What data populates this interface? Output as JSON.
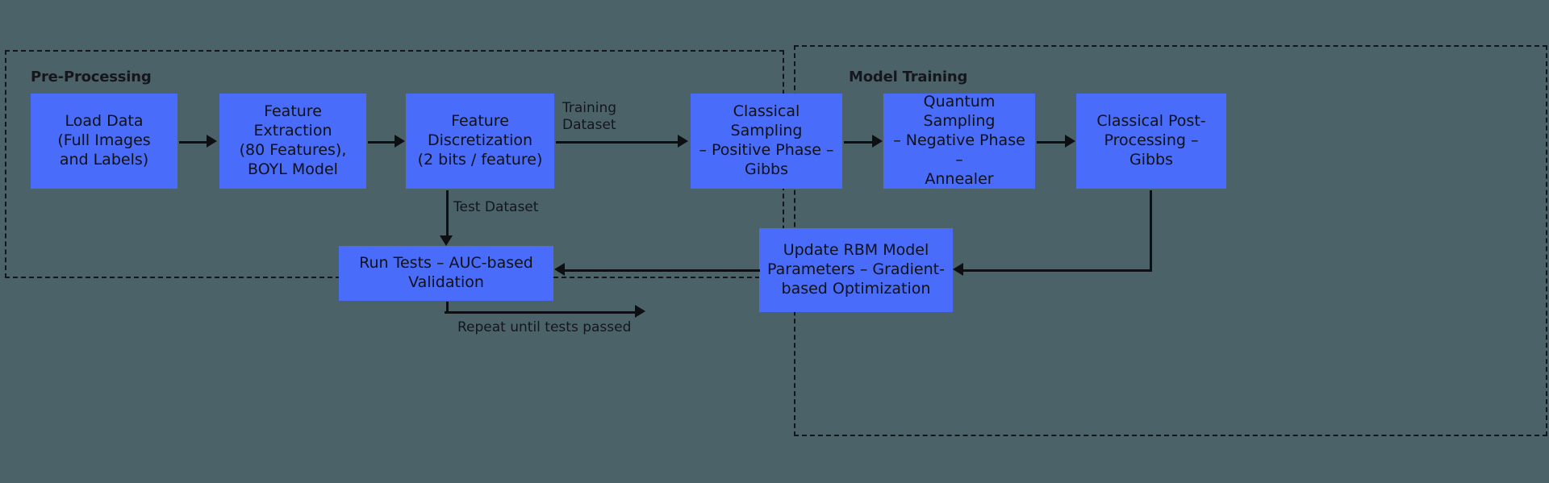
{
  "diagram": {
    "title": "RBM Quantum-Classical Training Pipeline Flowchart",
    "background_color": "#4b6268",
    "node_color": "#4a6cfb",
    "line_color": "#0d0f13",
    "text_color": "#101215"
  },
  "groups": [
    {
      "id": "pre-processing",
      "label": "Pre-Processing"
    },
    {
      "id": "model-training",
      "label": "Model Training"
    }
  ],
  "nodes": [
    {
      "id": "load-data",
      "label": "Load Data\n(Full Images\nand Labels)"
    },
    {
      "id": "feature-extract",
      "label": "Feature\nExtraction\n(80 Features),\nBOYL Model"
    },
    {
      "id": "feature-discret",
      "label": "Feature\nDiscretization\n(2 bits / feature)"
    },
    {
      "id": "classical-samp",
      "label": "Classical Sampling\n– Positive Phase –\nGibbs"
    },
    {
      "id": "quantum-samp",
      "label": "Quantum Sampling\n– Negative Phase –\nAnnealer"
    },
    {
      "id": "classical-post",
      "label": "Classical Post-\nProcessing –\nGibbs"
    },
    {
      "id": "run-tests",
      "label": "Run Tests – AUC-based\nValidation"
    },
    {
      "id": "update-rbm",
      "label": "Update RBM Model\nParameters – Gradient-\nbased Optimization"
    }
  ],
  "edge_labels": {
    "training_dataset": "Training\nDataset",
    "test_dataset": "Test Dataset",
    "repeat": "Repeat until tests passed"
  }
}
